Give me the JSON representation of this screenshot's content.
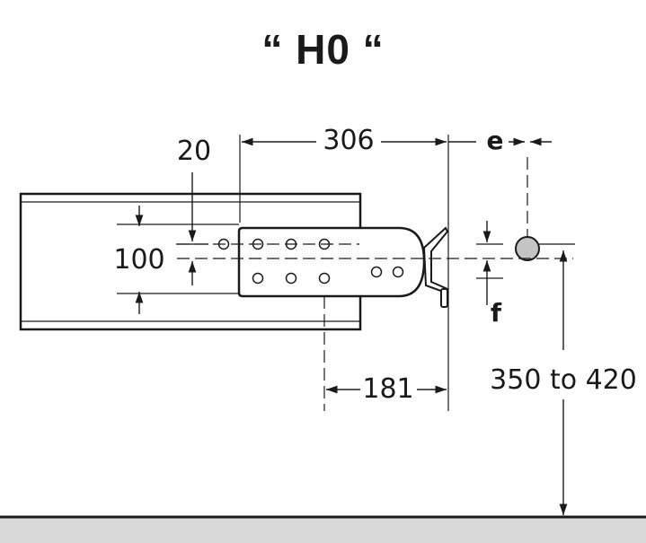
{
  "title": "“ H0 “",
  "dimensions": {
    "d20": "20",
    "d306": "306",
    "de": "e",
    "d100": "100",
    "df": "f",
    "d181": "181",
    "d350_420": "350 to 420"
  },
  "colors": {
    "line": "#1a1a1a",
    "floor": "#d9d9d9",
    "pipe": "#c4c4c4"
  }
}
